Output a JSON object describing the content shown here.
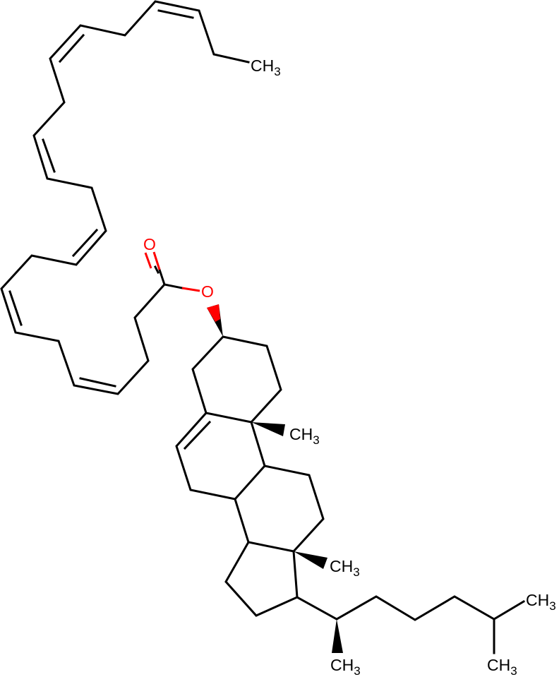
{
  "title": "Cholesteryl docosahexaenoate structure",
  "colors": {
    "bond": "#000000",
    "oxygen": "#ff0000"
  },
  "atoms": {
    "carbonyl_oxygen": "O",
    "ester_oxygen": "O",
    "terminal_methyl": {
      "main": "CH",
      "sub": "3"
    },
    "c19_methyl": {
      "main": "CH",
      "sub": "3"
    },
    "c18_methyl": {
      "main": "CH",
      "sub": "3"
    },
    "c21_methyl": {
      "main": "CH",
      "sub": "3"
    },
    "c26_methyl": {
      "main": "CH",
      "sub": "3"
    },
    "c27_methyl": {
      "main": "CH",
      "sub": "3"
    }
  }
}
